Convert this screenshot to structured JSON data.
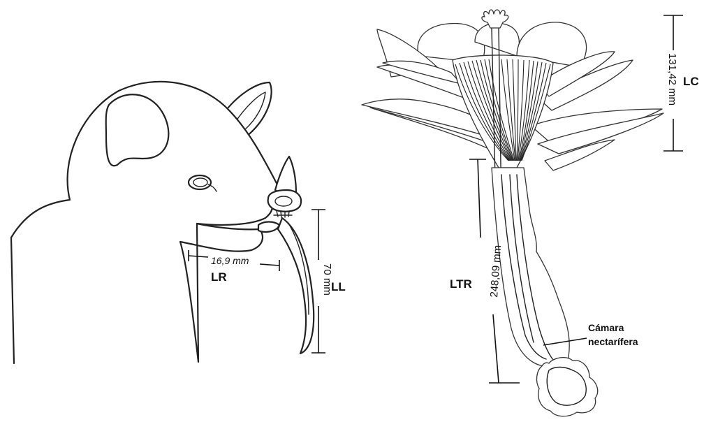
{
  "bat": {
    "rostrum_length": "16,9 mm",
    "rostrum_label": "LR",
    "tongue_length": "70 mm",
    "tongue_label": "LL"
  },
  "flower": {
    "corolla_length": "131,42 mm",
    "corolla_label": "LC",
    "tube_length": "248,09 mm",
    "tube_label": "LTR",
    "nectar_chamber_line1": "Cámara",
    "nectar_chamber_line2": "nectarífera"
  }
}
